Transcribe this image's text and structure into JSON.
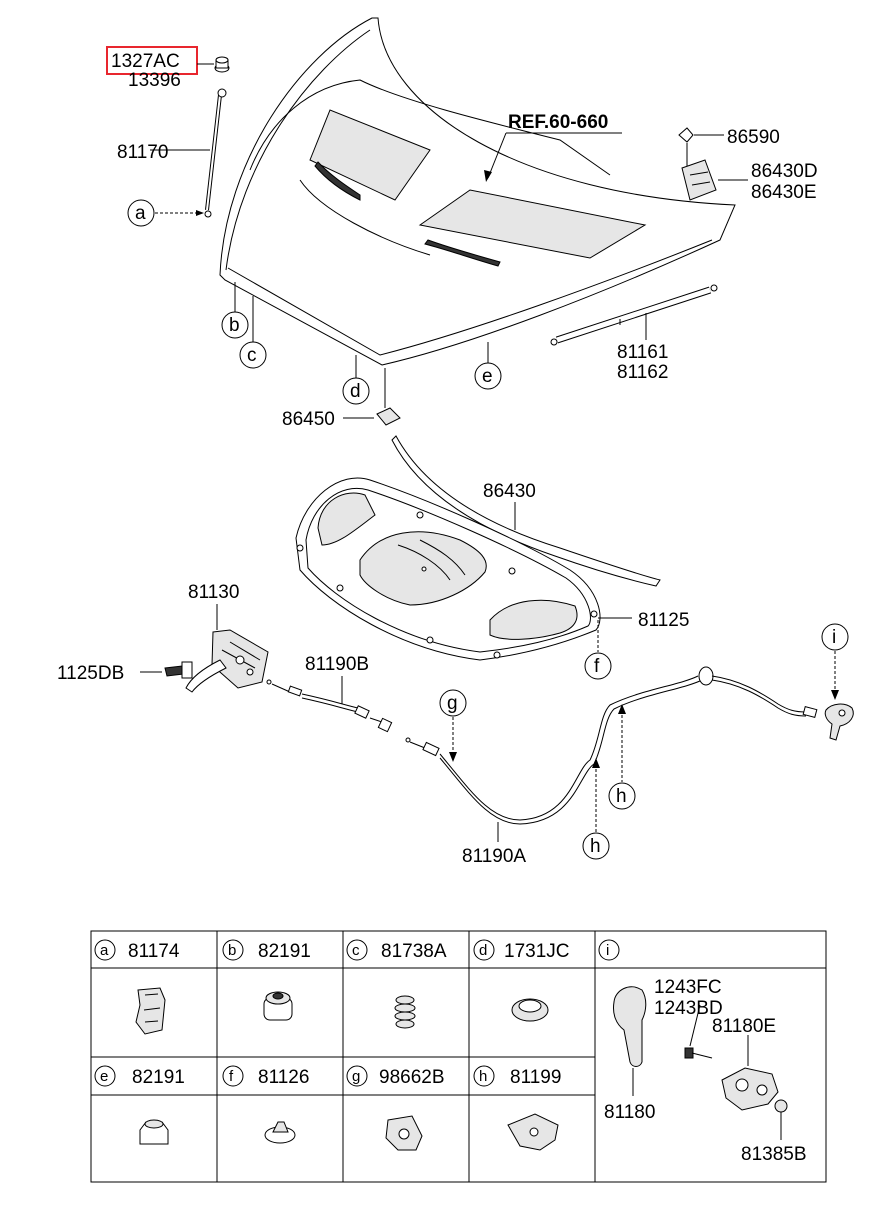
{
  "highlight_color": "#e8262e",
  "highlight_label": "1327AC",
  "labels": {
    "n13396": "13396",
    "n81170": "81170",
    "ref": "REF.60-660",
    "n86590": "86590",
    "n86430D": "86430D",
    "n86430E": "86430E",
    "n81161": "81161",
    "n81162": "81162",
    "n86450": "86450",
    "n86430": "86430",
    "n81130": "81130",
    "n81125": "81125",
    "n1125DB": "1125DB",
    "n81190B": "81190B",
    "n81190A": "81190A"
  },
  "callouts": {
    "a": "a",
    "b": "b",
    "c": "c",
    "d": "d",
    "e": "e",
    "f": "f",
    "g": "g",
    "h1": "h",
    "h2": "h",
    "i": "i"
  },
  "table": {
    "row1": [
      {
        "letter": "a",
        "part": "81174"
      },
      {
        "letter": "b",
        "part": "82191"
      },
      {
        "letter": "c",
        "part": "81738A"
      },
      {
        "letter": "d",
        "part": "1731JC"
      }
    ],
    "row2": [
      {
        "letter": "e",
        "part": "82191"
      },
      {
        "letter": "f",
        "part": "81126"
      },
      {
        "letter": "g",
        "part": "98662B"
      },
      {
        "letter": "h",
        "part": "81199"
      }
    ],
    "i_letter": "i",
    "i_parts": {
      "p1243FC": "1243FC",
      "p1243BD": "1243BD",
      "p81180E": "81180E",
      "p81180": "81180",
      "p81385B": "81385B"
    }
  }
}
